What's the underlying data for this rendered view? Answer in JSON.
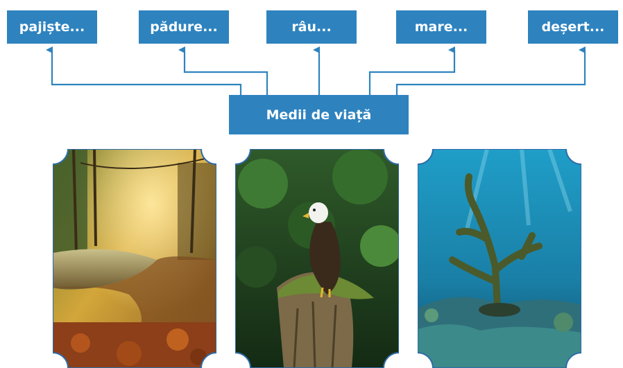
{
  "diagram": {
    "central_label": "Medii de viață",
    "environments": [
      {
        "label": "pajiște..."
      },
      {
        "label": "pădure..."
      },
      {
        "label": "râu..."
      },
      {
        "label": "mare..."
      },
      {
        "label": "deșert..."
      }
    ]
  },
  "photos": [
    {
      "subject": "autumn forest with stream",
      "icon": "forest-photo"
    },
    {
      "subject": "bald eagle perched on mossy stump",
      "icon": "eagle-photo"
    },
    {
      "subject": "underwater coral reef",
      "icon": "reef-photo"
    }
  ],
  "colors": {
    "box_fill": "#2e83bf",
    "connector": "#2e83bf",
    "frame": "#2e6ca8",
    "box_text": "#ffffff"
  }
}
